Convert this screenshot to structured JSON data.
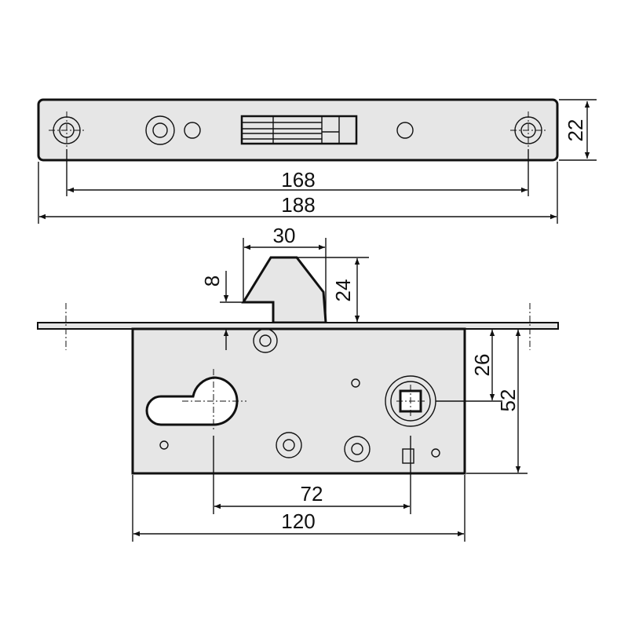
{
  "title": "Mortise lock dimensional drawing",
  "dimensions": {
    "faceplate_height": "22",
    "screw_spacing": "168",
    "faceplate_length": "188",
    "latch_width": "30",
    "latch_projection": "24",
    "latch_step": "8",
    "backset_spindle": "26",
    "body_height": "52",
    "cylinder_to_spindle": "72",
    "body_length": "120"
  },
  "colors": {
    "fill": "#e6e6e6",
    "stroke": "#111111"
  }
}
